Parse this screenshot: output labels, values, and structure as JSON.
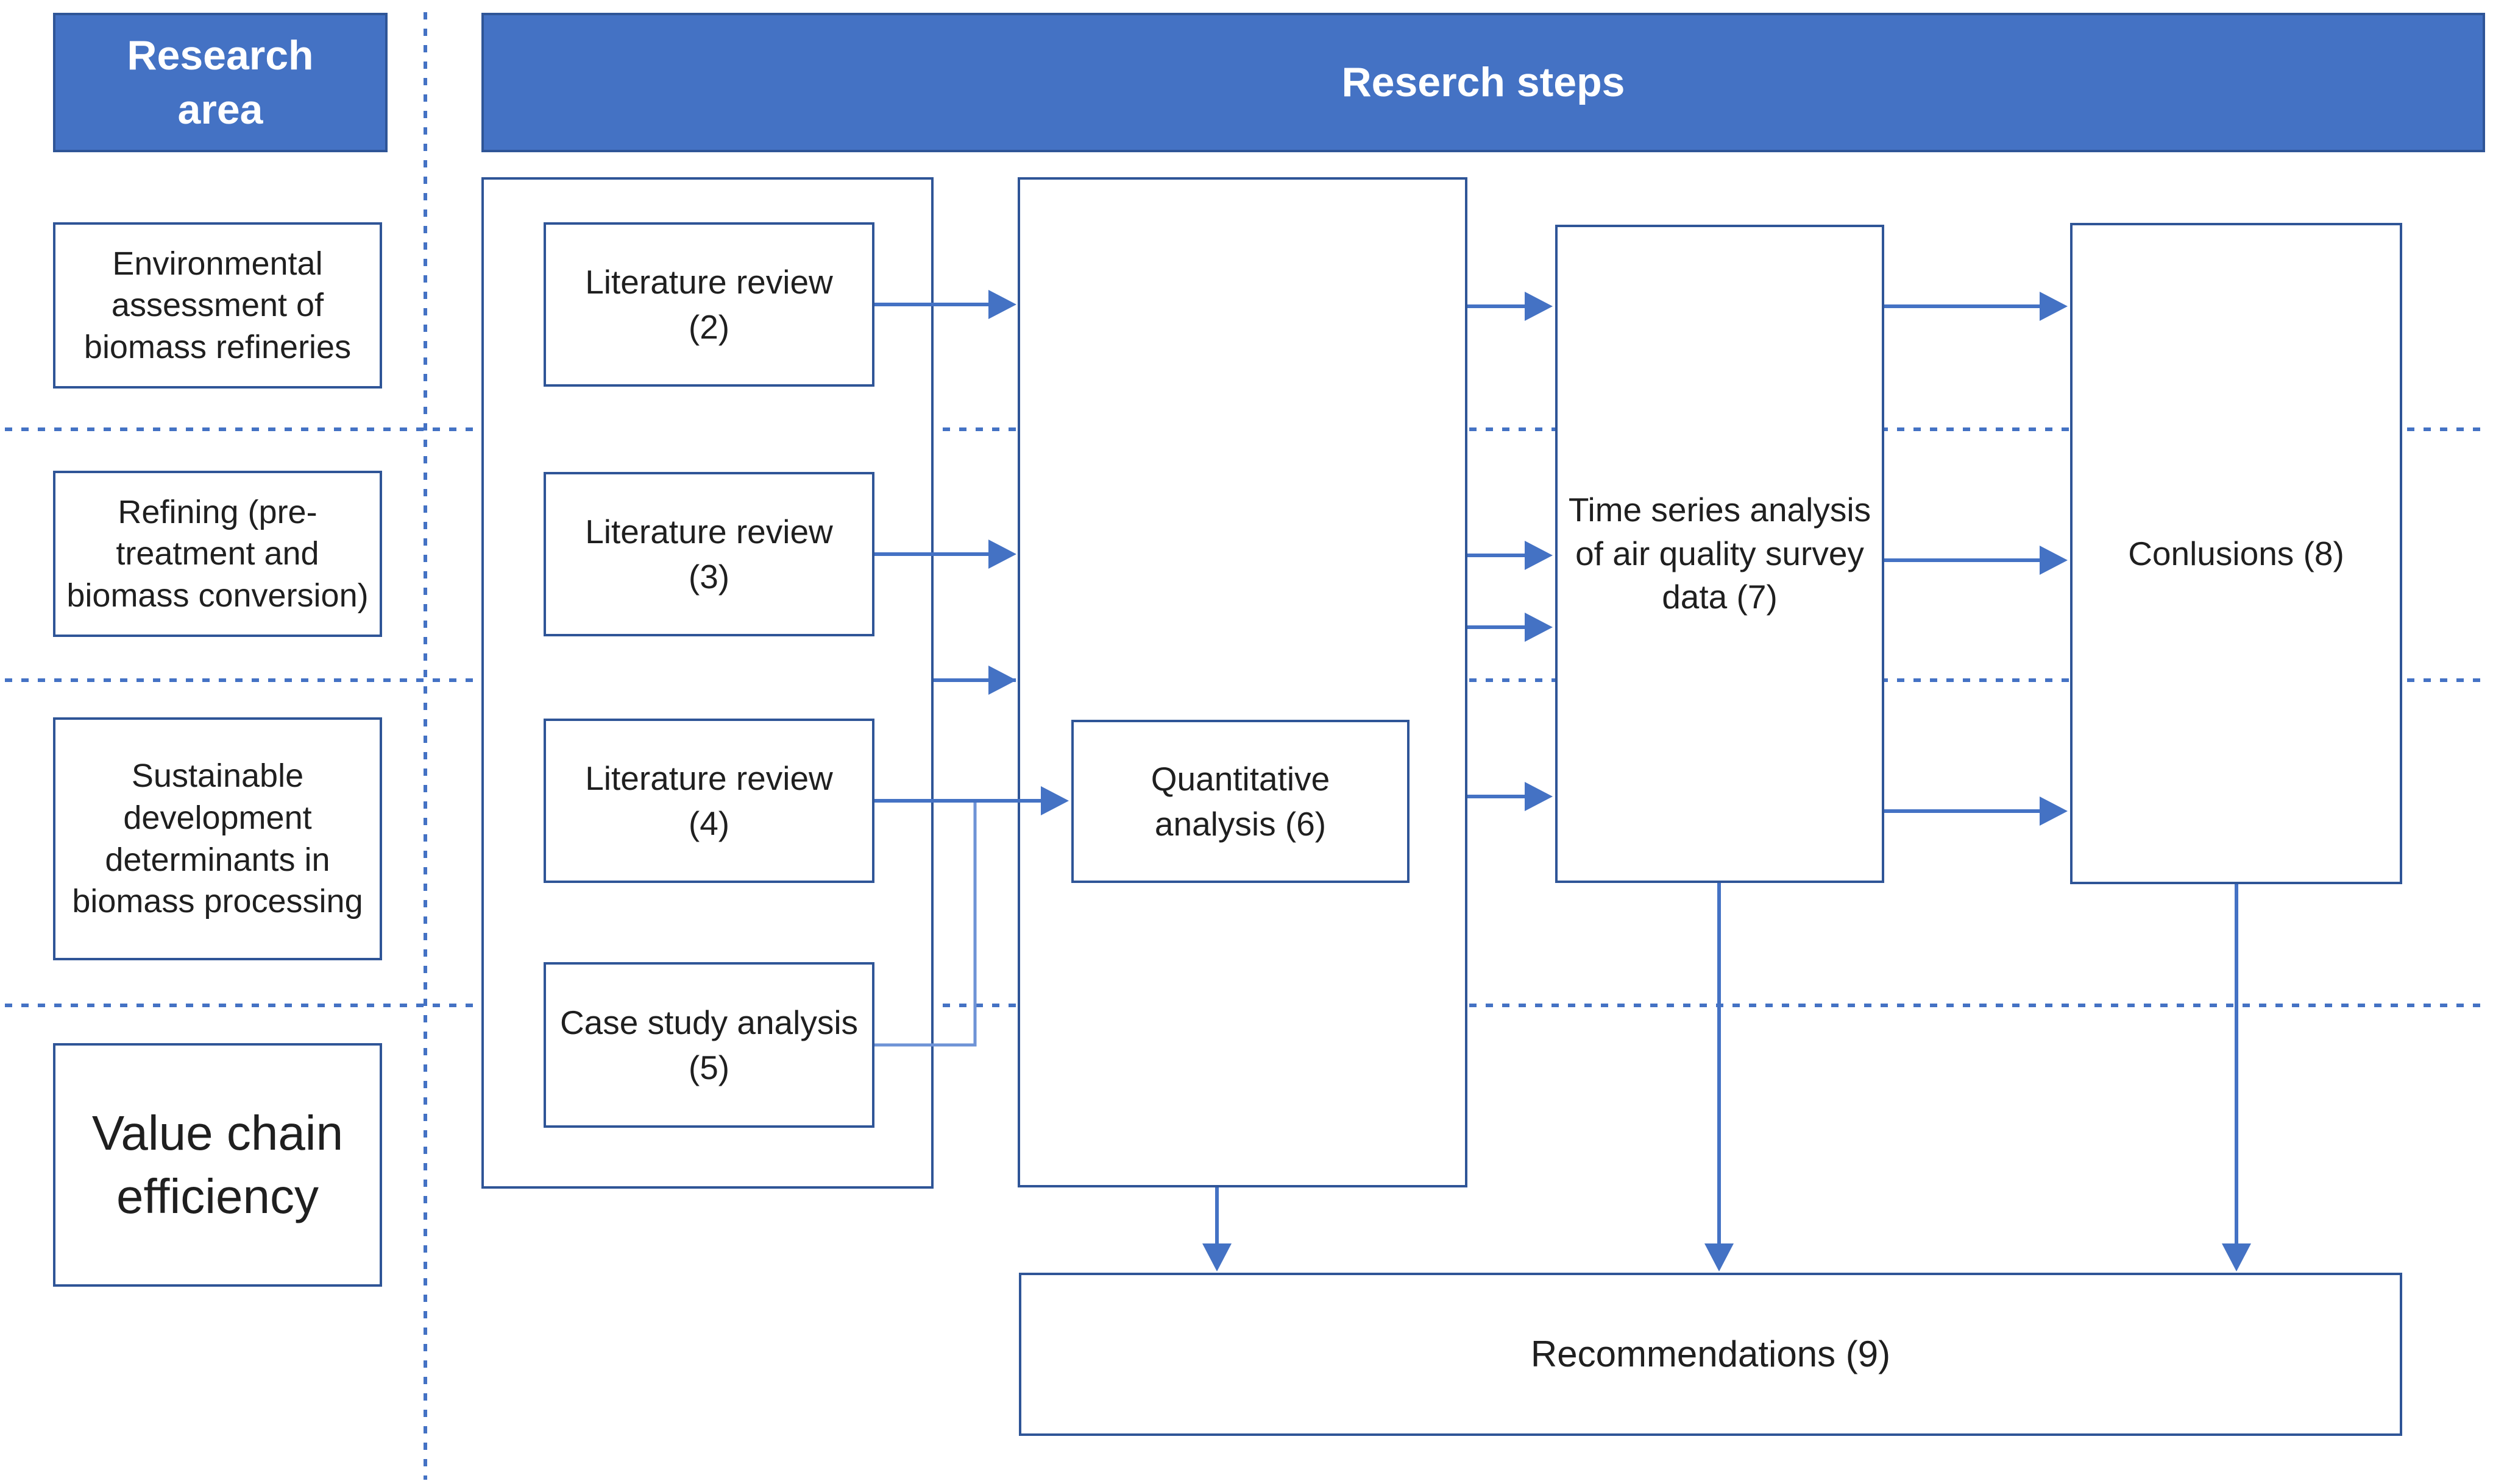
{
  "palette": {
    "header_fill": "#4472C4",
    "box_border": "#2F5597",
    "arrow": "#4472C4",
    "elbow_line": "#6E93D6",
    "dotted_line": "#4472C4",
    "text": "#1F1F1F",
    "header_text": "#FFFFFF"
  },
  "headers": {
    "research_area": {
      "label": "Research area",
      "lines": [
        "Research",
        "area"
      ]
    },
    "research_steps": {
      "label": "Reserch steps"
    }
  },
  "research_areas": [
    {
      "id": "environmental-assessment",
      "label": "Environmental assessment of biomass refineries",
      "lines": [
        "Environmental",
        "assessment of",
        "biomass refineries"
      ]
    },
    {
      "id": "refining",
      "label": "Refining (pre-treatment and biomass conversion)",
      "lines": [
        "Refining (pre-",
        "treatment and",
        "biomass conversion)"
      ]
    },
    {
      "id": "sustainable-development",
      "label": "Sustainable development determinants in biomass processing",
      "lines": [
        "Sustainable",
        "development",
        "determinants in",
        "biomass processing"
      ]
    },
    {
      "id": "value-chain-efficiency",
      "label": "Value chain efficiency",
      "lines": [
        "Value chain",
        "efficiency"
      ]
    }
  ],
  "steps": {
    "literature_review_2": {
      "label": "Literature review (2)",
      "lines": [
        "Literature review",
        "(2)"
      ]
    },
    "literature_review_3": {
      "label": "Literature review (3)",
      "lines": [
        "Literature review",
        "(3)"
      ]
    },
    "literature_review_4": {
      "label": "Literature review (4)",
      "lines": [
        "Literature review",
        "(4)"
      ]
    },
    "case_study_analysis_5": {
      "label": "Case study analysis (5)",
      "lines": [
        "Case study analysis",
        "(5)"
      ]
    },
    "quantitative_analysis_6": {
      "label": "Quantitative analysis (6)",
      "lines": [
        "Quantitative",
        "analysis (6)"
      ]
    },
    "time_series_analysis_7": {
      "label": "Time series analysis of air quality survey data (7)",
      "lines": [
        "Time series analysis",
        "of air quality survey",
        "data (7)"
      ]
    },
    "conclusions_8": {
      "label": "Conlusions (8)"
    },
    "recommendations_9": {
      "label": "Recommendations (9)"
    }
  }
}
